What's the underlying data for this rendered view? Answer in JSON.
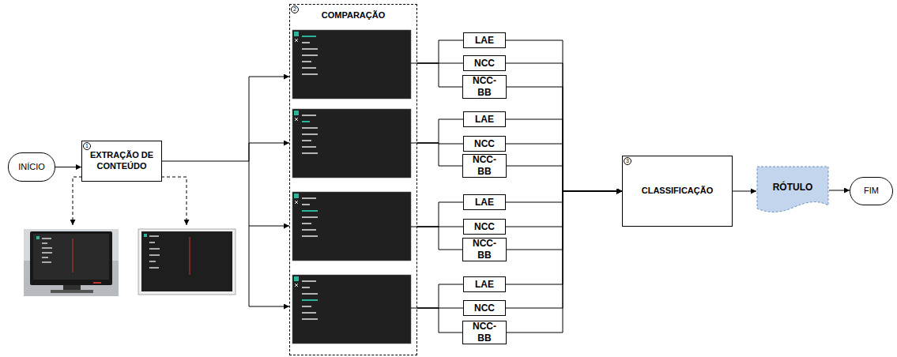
{
  "diagram": {
    "nodes": [
      {
        "text": [
          "INÍCIO"
        ]
      },
      {
        "text": [
          "EXTRAÇÃO DE CONTEÚDO"
        ]
      },
      {
        "text": [
          "COMPARAÇÃO"
        ]
      },
      {
        "text": [
          "LAE"
        ]
      },
      {
        "text": [
          "NCC"
        ]
      },
      {
        "text": [
          "NCC-BB"
        ]
      },
      {
        "text": [
          "LAE"
        ]
      },
      {
        "text": [
          "NCC"
        ]
      },
      {
        "text": [
          "NCC-BB"
        ]
      },
      {
        "text": [
          "LAE"
        ]
      },
      {
        "text": [
          "NCC"
        ]
      },
      {
        "text": [
          "NCC-BB"
        ]
      },
      {
        "text": [
          "LAE"
        ]
      },
      {
        "text": [
          "NCC"
        ]
      },
      {
        "text": [
          "NCC-BB"
        ]
      },
      {
        "text": [
          "CLASSIFICAÇÃO"
        ]
      },
      {
        "text": [
          "RÓTULO"
        ]
      },
      {
        "text": [
          "FIM"
        ]
      }
    ],
    "edges": [
      {
        "from": 0,
        "to": 1,
        "arrow": "to"
      },
      {
        "from": 1,
        "to": 2,
        "arrow": "to"
      },
      {
        "from": 2,
        "to": 3,
        "arrow": "none"
      },
      {
        "from": 2,
        "to": 4,
        "arrow": "none"
      },
      {
        "from": 2,
        "to": 5,
        "arrow": "none"
      },
      {
        "from": 2,
        "to": 6,
        "arrow": "none"
      },
      {
        "from": 2,
        "to": 7,
        "arrow": "none"
      },
      {
        "from": 2,
        "to": 8,
        "arrow": "none"
      },
      {
        "from": 2,
        "to": 9,
        "arrow": "none"
      },
      {
        "from": 2,
        "to": 10,
        "arrow": "none"
      },
      {
        "from": 2,
        "to": 11,
        "arrow": "none"
      },
      {
        "from": 2,
        "to": 12,
        "arrow": "none"
      },
      {
        "from": 2,
        "to": 13,
        "arrow": "none"
      },
      {
        "from": 2,
        "to": 14,
        "arrow": "none"
      },
      {
        "from": 3,
        "to": 15,
        "arrow": "to"
      },
      {
        "from": 4,
        "to": 15,
        "arrow": "to"
      },
      {
        "from": 5,
        "to": 15,
        "arrow": "to"
      },
      {
        "from": 6,
        "to": 15,
        "arrow": "to"
      },
      {
        "from": 7,
        "to": 15,
        "arrow": "to"
      },
      {
        "from": 8,
        "to": 15,
        "arrow": "to"
      },
      {
        "from": 9,
        "to": 15,
        "arrow": "to"
      },
      {
        "from": 10,
        "to": 15,
        "arrow": "to"
      },
      {
        "from": 11,
        "to": 15,
        "arrow": "to"
      },
      {
        "from": 12,
        "to": 15,
        "arrow": "to"
      },
      {
        "from": 13,
        "to": 15,
        "arrow": "to"
      },
      {
        "from": 14,
        "to": 15,
        "arrow": "to"
      },
      {
        "from": 15,
        "to": 16,
        "arrow": "to"
      },
      {
        "from": 16,
        "to": 17,
        "arrow": "to"
      }
    ],
    "labels": [
      "1",
      "2",
      "3"
    ]
  }
}
